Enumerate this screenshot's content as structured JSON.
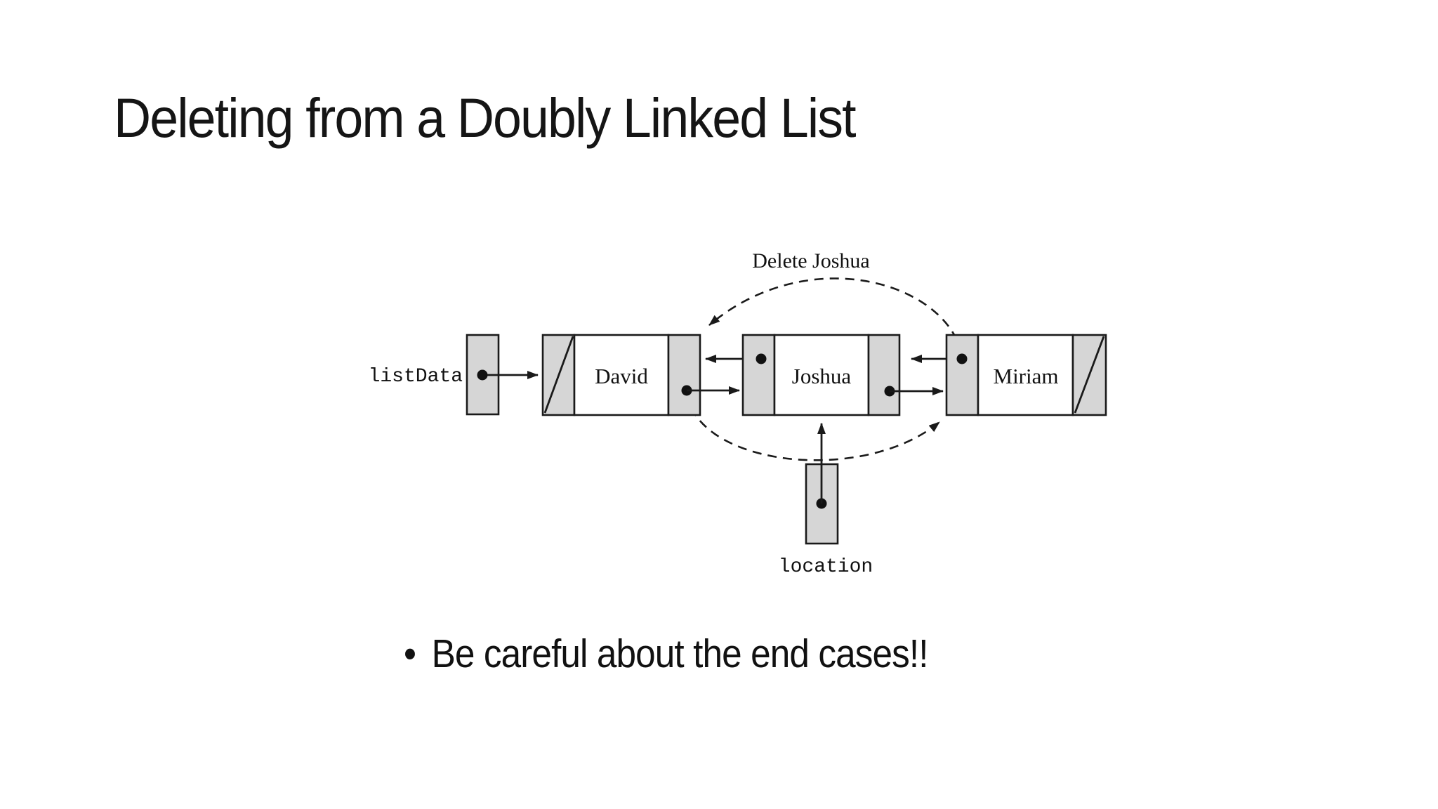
{
  "slide": {
    "title": "Deleting from a Doubly Linked List",
    "bullet": {
      "marker": "•",
      "text": "Be careful about the end cases!!"
    }
  },
  "diagram": {
    "caption": "Delete Joshua",
    "head_pointer": {
      "label": "listData"
    },
    "location_pointer": {
      "label": "location",
      "points_to": "Joshua"
    },
    "nodes": [
      {
        "value": "David",
        "prev": "null",
        "next": "Joshua"
      },
      {
        "value": "Joshua",
        "prev": "David",
        "next": "Miriam"
      },
      {
        "value": "Miriam",
        "prev": "Joshua",
        "next": "null"
      }
    ],
    "dashed_links": [
      "David.next is being redirected past Joshua to Miriam",
      "Miriam.prev is being redirected past Joshua to David"
    ],
    "colors": {
      "cell_fill": "#d6d6d6",
      "line": "#1a1a1a",
      "background": "#ffffff"
    }
  }
}
